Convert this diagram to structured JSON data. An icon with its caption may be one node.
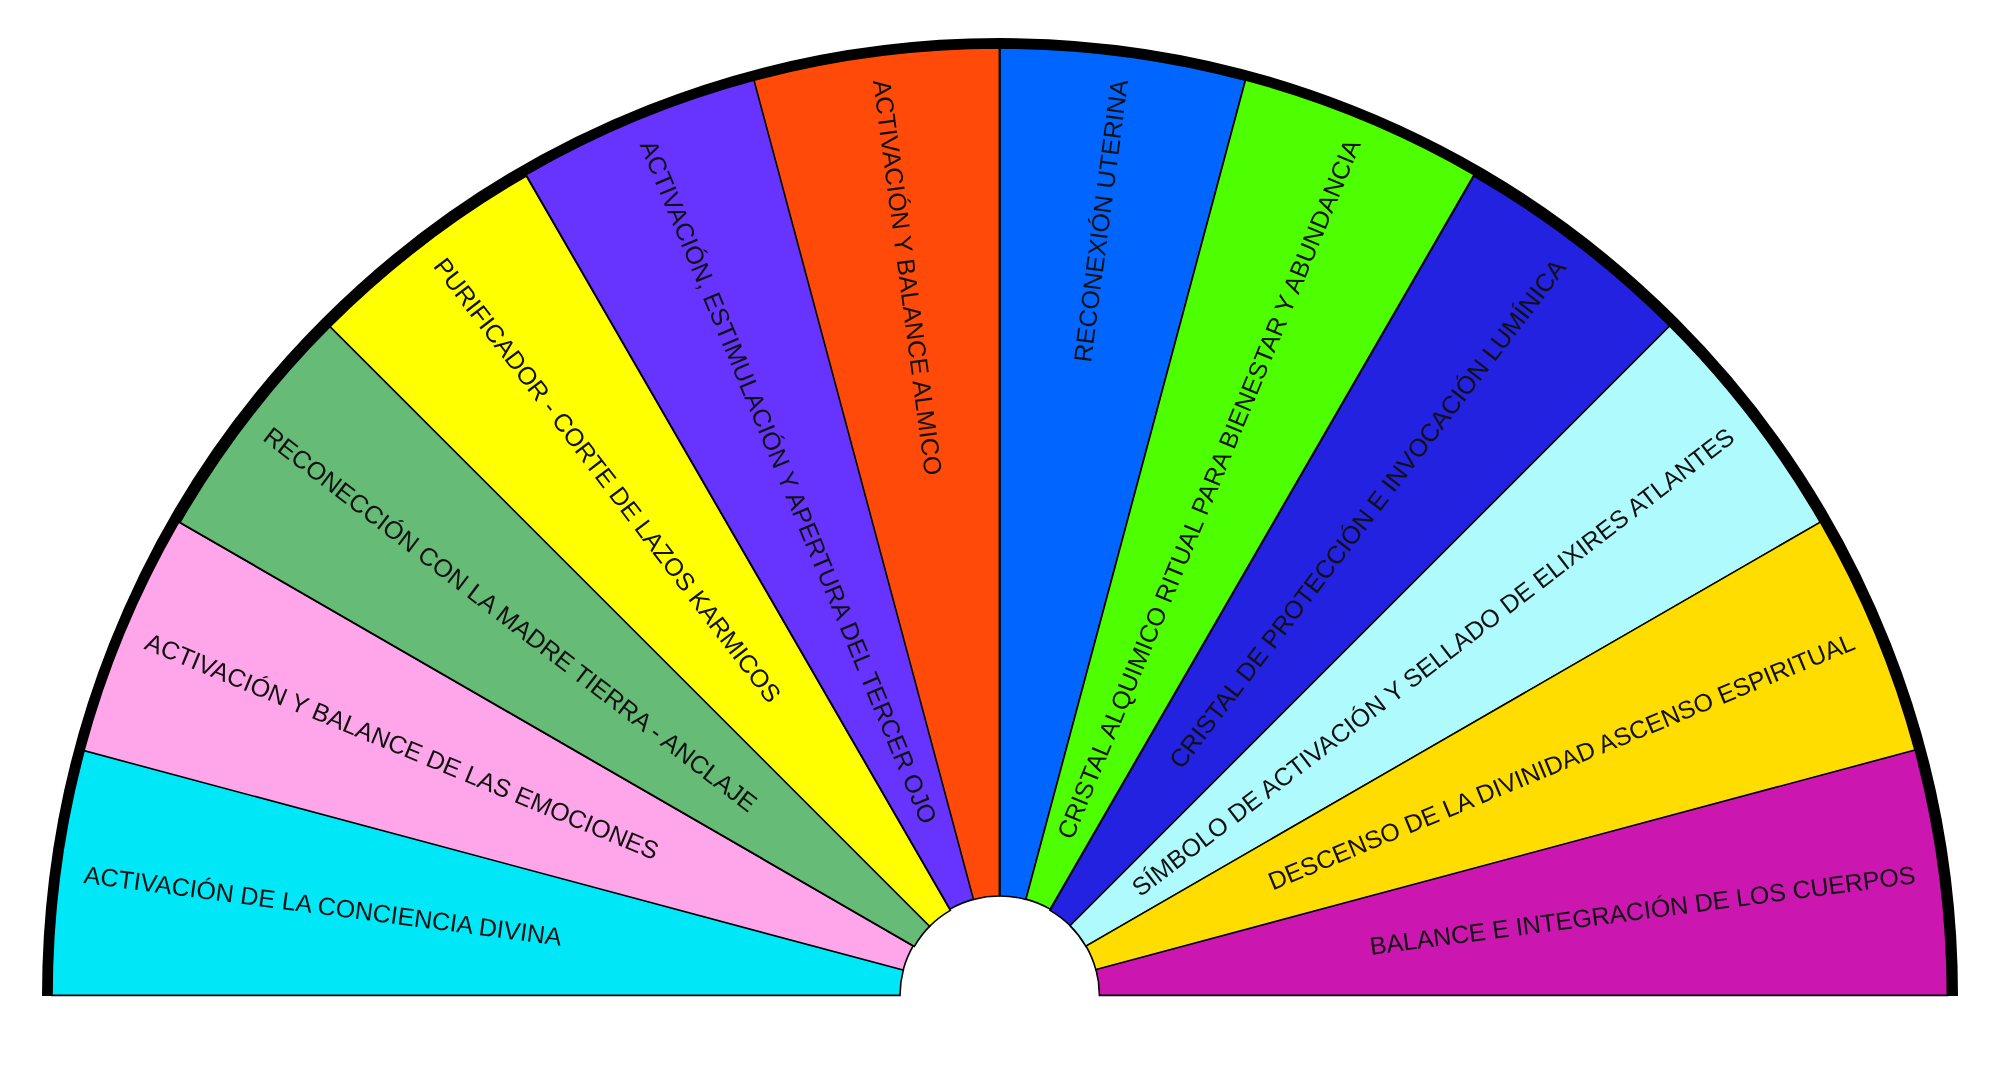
{
  "diagram": {
    "nodes": [
      {
        "text": [
          "ACTIVACIÓN DE LA CONCIENCIA DIVINA"
        ]
      },
      {
        "text": [
          "ACTIVACIÓN Y BALANCE DE LAS EMOCIONES"
        ]
      },
      {
        "text": [
          "RECONECCIÓN CON LA MADRE TIERRA - ANCLAJE"
        ]
      },
      {
        "text": [
          "PURIFICADOR - CORTE DE LAZOS KARMICOS"
        ]
      },
      {
        "text": [
          "ACTIVACIÓN, ESTIMULACIÓN Y APERTURA DEL TERCER OJO"
        ]
      },
      {
        "text": [
          "ACTIVACIÓN Y BALANCE ALMICO"
        ]
      },
      {
        "text": [
          "RECONEXIÓN UTERINA"
        ]
      },
      {
        "text": [
          "CRISTAL ALQUIMICO RITUAL PARA BIENESTAR Y ABUNDANCIA"
        ]
      },
      {
        "text": [
          "CRISTAL DE PROTECCIÓN E INVOCACIÓN LUMÍNICA"
        ]
      },
      {
        "text": [
          "SÍMBOLO DE ACTIVACIÓN Y SELLADO DE ELIXIRES ATLANTES"
        ]
      },
      {
        "text": [
          "DESCENSO DE LA DIVINIDAD ASCENSO ESPIRITUAL"
        ]
      },
      {
        "text": [
          "BALANCE E INTEGRACIÓN DE LOS CUERPOS"
        ]
      }
    ]
  }
}
